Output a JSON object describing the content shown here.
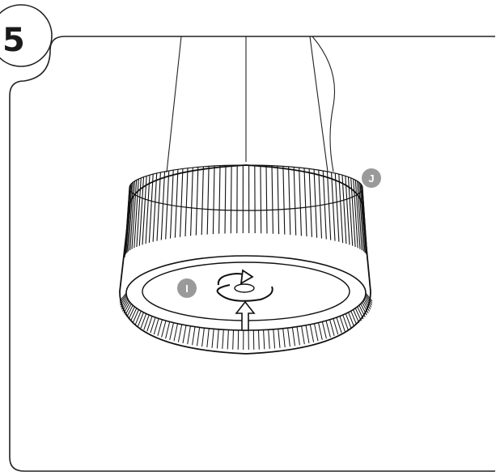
{
  "step": {
    "number": "5"
  },
  "callouts": [
    {
      "id": "diffuser",
      "letter": "I",
      "color": "#9a9a9a"
    },
    {
      "id": "shade",
      "letter": "J",
      "color": "#9a9a9a"
    }
  ],
  "colors": {
    "line": "#1a1a1a",
    "frame": "#222222",
    "callout": "#9a9a9a"
  }
}
